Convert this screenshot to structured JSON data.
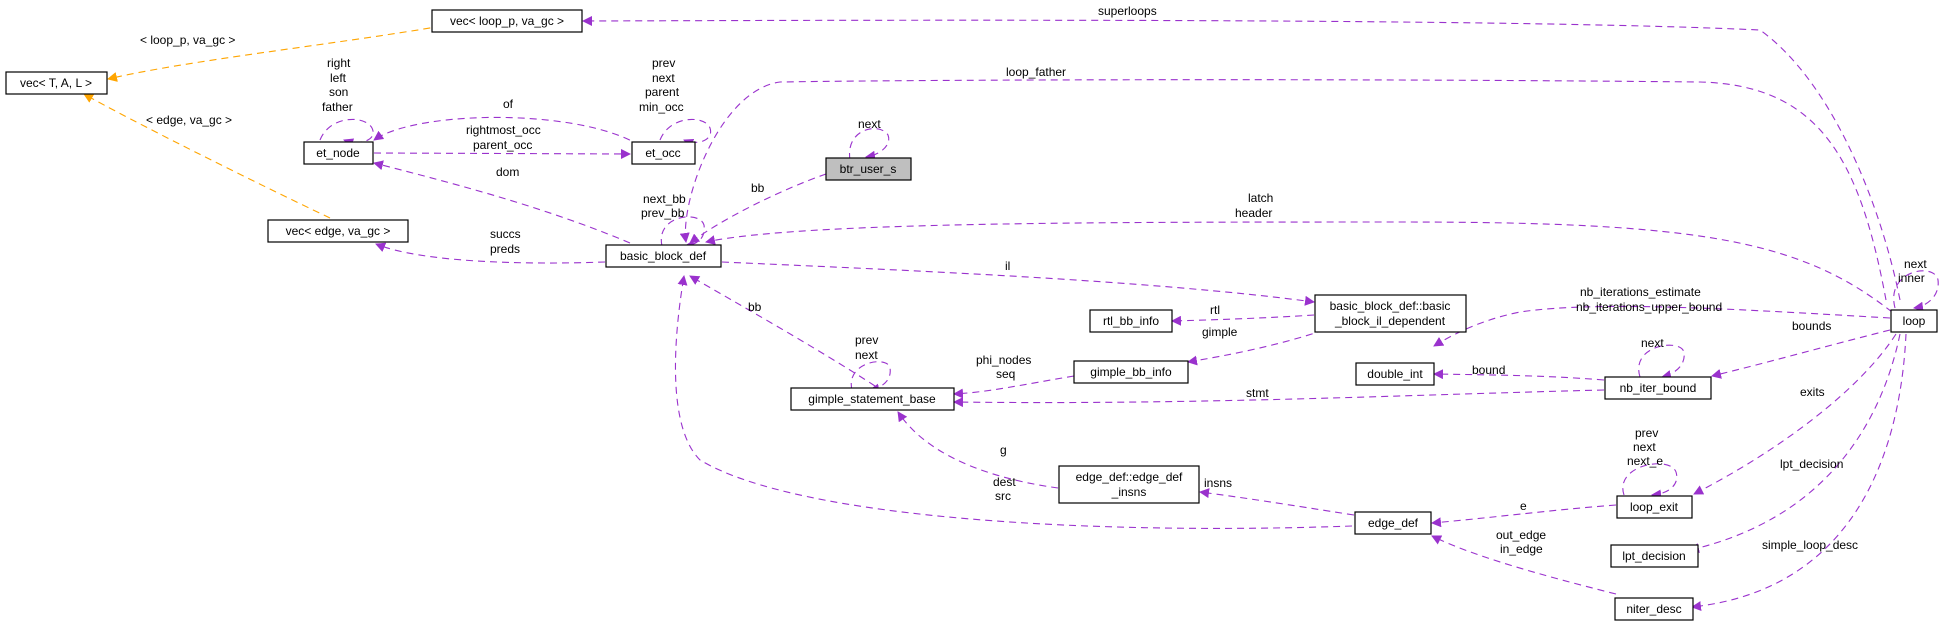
{
  "colors": {
    "usage": "#9a32cd",
    "template": "#ffa500",
    "focus_fill": "#bfbfbf"
  },
  "nodes": {
    "vec_loop_p": "vec< loop_p, va_gc >",
    "vec_t_a_l": "vec< T, A, L >",
    "et_node": "et_node",
    "et_occ": "et_occ",
    "btr_user_s": "btr_user_s",
    "vec_edge": "vec< edge, va_gc >",
    "basic_block_def": "basic_block_def",
    "bbil_1": "basic_block_def::basic",
    "bbil_2": "_block_il_dependent",
    "rtl_bb_info": "rtl_bb_info",
    "gimple_bb_info": "gimple_bb_info",
    "gimple_statement_base": "gimple_statement_base",
    "double_int": "double_int",
    "nb_iter_bound": "nb_iter_bound",
    "loop": "loop",
    "edge_insns_1": "edge_def::edge_def",
    "edge_insns_2": "_insns",
    "edge_def": "edge_def",
    "loop_exit": "loop_exit",
    "lpt_decision": "lpt_decision",
    "niter_desc": "niter_desc"
  },
  "edge_labels": {
    "loop_p_va_gc": "< loop_p, va_gc >",
    "edge_va_gc": "< edge, va_gc >",
    "superloops": "superloops",
    "loop_father": "loop_father",
    "et_node_self_1": "right",
    "et_node_self_2": "left",
    "et_node_self_3": "son",
    "et_node_self_4": "father",
    "et_occ_self_1": "prev",
    "et_occ_self_2": "next",
    "et_occ_self_3": "parent",
    "et_occ_self_4": "min_occ",
    "of": "of",
    "rightmost_occ": "rightmost_occ",
    "parent_occ": "parent_occ",
    "btr_next": "next",
    "bb_btr": "bb",
    "dom": "dom",
    "bb_next_bb": "next_bb",
    "bb_prev_bb": "prev_bb",
    "latch": "latch",
    "header": "header",
    "succs": "succs",
    "preds": "preds",
    "il": "il",
    "rtl": "rtl",
    "gimple": "gimple",
    "bb_gimple": "bb",
    "gsb_prev": "prev",
    "gsb_next": "next",
    "phi_nodes": "phi_nodes",
    "seq": "seq",
    "stmt": "stmt",
    "nb_iterations_estimate": "nb_iterations_estimate",
    "nb_iterations_upper_bound": "nb_iterations_upper_bound",
    "bounds": "bounds",
    "bound": "bound",
    "nib_next": "next",
    "loop_next": "next",
    "loop_inner": "inner",
    "exits": "exits",
    "le_prev": "prev",
    "le_next": "next",
    "le_next_e": "next_e",
    "g": "g",
    "dest": "dest",
    "src": "src",
    "insns": "insns",
    "e": "e",
    "lpt_decision": "lpt_decision",
    "out_edge": "out_edge",
    "in_edge": "in_edge",
    "simple_loop_desc": "simple_loop_desc"
  }
}
